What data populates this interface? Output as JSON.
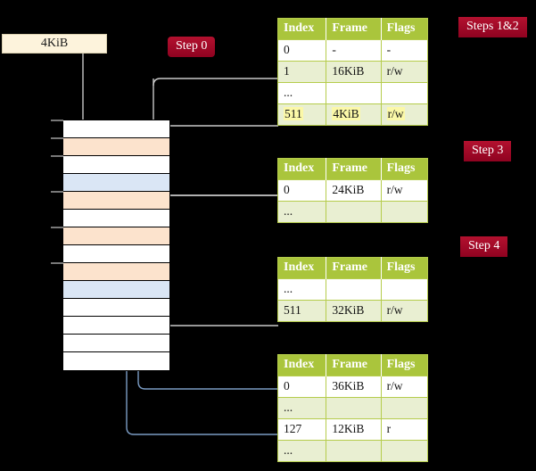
{
  "diagram": {
    "title_badges": [
      {
        "name": "steps-1-2",
        "label": "Steps 1&2"
      },
      {
        "name": "step-3",
        "label": "Step 3"
      },
      {
        "name": "step-4",
        "label": "Step 4"
      },
      {
        "name": "step-0",
        "label": "Step 0"
      }
    ],
    "source_box": {
      "label": "4KiB"
    },
    "colors": {
      "badge_red": "#a5092a",
      "header_green": "#aac53c",
      "row_alt_green": "#e9efd2",
      "highlight_yellow": "#fbf8a8",
      "frame_orange": "#fce3cd",
      "frame_blue": "#dae6f5",
      "source_cream": "#fdf3dc",
      "wire_grey": "#bfbfbf",
      "wire_blue": "#7b9cc4",
      "background": "#000000"
    },
    "memory_column": {
      "name": "physical-memory-frames",
      "rows": [
        {
          "fill": "white"
        },
        {
          "fill": "orange"
        },
        {
          "fill": "white"
        },
        {
          "fill": "blue"
        },
        {
          "fill": "orange"
        },
        {
          "fill": "white"
        },
        {
          "fill": "orange"
        },
        {
          "fill": "white"
        },
        {
          "fill": "orange"
        },
        {
          "fill": "blue"
        },
        {
          "fill": "white"
        },
        {
          "fill": "white"
        },
        {
          "fill": "white"
        },
        {
          "fill": "white"
        }
      ]
    },
    "tables": [
      {
        "name": "page-table-level-1",
        "columns": [
          "Index",
          "Frame",
          "Flags"
        ],
        "rows": [
          {
            "style": "plain",
            "cells": [
              "0",
              "-",
              "-"
            ]
          },
          {
            "style": "alt",
            "cells": [
              "1",
              "16KiB",
              "r/w"
            ]
          },
          {
            "style": "plain",
            "cells": [
              "...",
              "",
              ""
            ]
          },
          {
            "style": "hl",
            "cells": [
              "511",
              "4KiB",
              "r/w"
            ],
            "highlight": true
          }
        ]
      },
      {
        "name": "page-table-level-2",
        "columns": [
          "Index",
          "Frame",
          "Flags"
        ],
        "rows": [
          {
            "style": "plain",
            "cells": [
              "0",
              "24KiB",
              "r/w"
            ]
          },
          {
            "style": "alt",
            "cells": [
              "...",
              "",
              ""
            ]
          }
        ]
      },
      {
        "name": "page-table-level-3",
        "columns": [
          "Index",
          "Frame",
          "Flags"
        ],
        "rows": [
          {
            "style": "plain",
            "cells": [
              "...",
              "",
              ""
            ]
          },
          {
            "style": "alt",
            "cells": [
              "511",
              "32KiB",
              "r/w"
            ]
          }
        ]
      },
      {
        "name": "page-table-level-4",
        "columns": [
          "Index",
          "Frame",
          "Flags"
        ],
        "rows": [
          {
            "style": "plain",
            "cells": [
              "0",
              "36KiB",
              "r/w"
            ]
          },
          {
            "style": "alt",
            "cells": [
              "...",
              "",
              ""
            ]
          },
          {
            "style": "plain",
            "cells": [
              "127",
              "12KiB",
              "r"
            ]
          },
          {
            "style": "alt",
            "cells": [
              "...",
              "",
              ""
            ]
          }
        ]
      }
    ]
  }
}
